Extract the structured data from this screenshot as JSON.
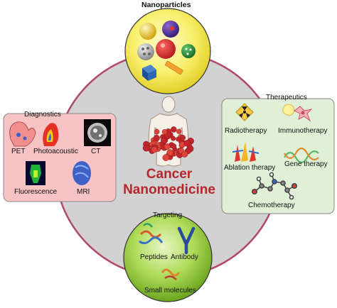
{
  "title": {
    "line1": "Cancer",
    "line2": "Nanomedicine"
  },
  "nanoparticles": {
    "heading": "Nanoparticles"
  },
  "diagnostics": {
    "heading": "Diagnostics",
    "items": [
      "PET",
      "Photoacoustic",
      "CT",
      "Fluorescence",
      "MRI"
    ]
  },
  "therapeutics": {
    "heading": "Therapeutics",
    "items": [
      "Radiotherapy",
      "Immunotherapy",
      "Ablation therapy",
      "Gene therapy",
      "Chemotherapy"
    ]
  },
  "targeting": {
    "heading": "Targeting",
    "items": [
      "Peptides",
      "Antibody",
      "Small molecules"
    ]
  },
  "colors": {
    "center_title": "#b5272d",
    "ring": "#b04a67",
    "nanoparticles_fill": "#f7ee6a",
    "diagnostics_fill": "#f7c3c5",
    "therapeutics_fill": "#dff0d7",
    "targeting_fill": "#a7d64c"
  }
}
